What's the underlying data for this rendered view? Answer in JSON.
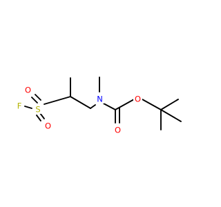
{
  "molecule": {
    "atoms": [
      {
        "id": "F1",
        "label": "F",
        "color": "#b3b300"
      },
      {
        "id": "O1",
        "label": "O",
        "color": "#ff0000"
      },
      {
        "id": "S1",
        "label": "S",
        "color": "#b3b300"
      },
      {
        "id": "O2",
        "label": "O",
        "color": "#ff0000"
      },
      {
        "id": "N1",
        "label": "N",
        "color": "#0000ff"
      },
      {
        "id": "O3",
        "label": "O",
        "color": "#ff0000"
      },
      {
        "id": "O4",
        "label": "O",
        "color": "#ff0000"
      }
    ],
    "bond_color": "#000000",
    "background": "#ffffff"
  }
}
